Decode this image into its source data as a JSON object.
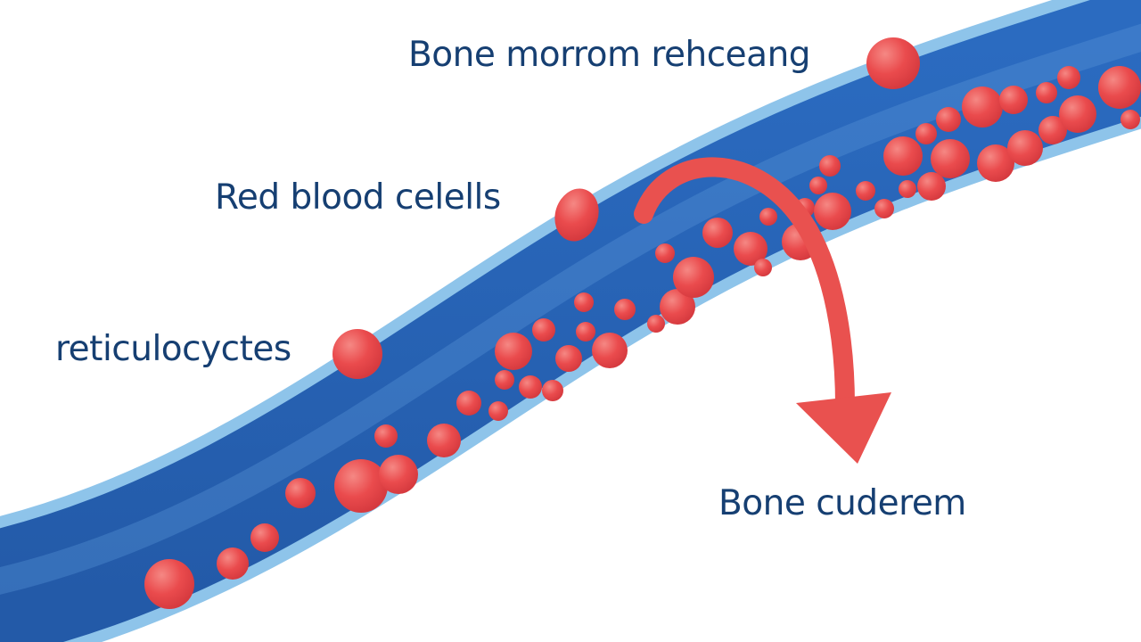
{
  "labels": {
    "top": "Bone morrom rehceang",
    "middle": "Red blood celells",
    "left": "reticulocyctes",
    "bottom": "Bone cuderem"
  },
  "colors": {
    "label_text": "#163f72",
    "vessel_outer": "#8ec4ea",
    "vessel_inner": "#2f73c5",
    "vessel_highlight": "#5d99db",
    "cell": "#ea4b4d",
    "cell_highlight": "#f27b79",
    "arrow": "#e9514f"
  },
  "icons": {
    "vessel": "blood-vessel-icon",
    "cell": "red-blood-cell-icon",
    "arrow": "curved-arrow-icon"
  }
}
